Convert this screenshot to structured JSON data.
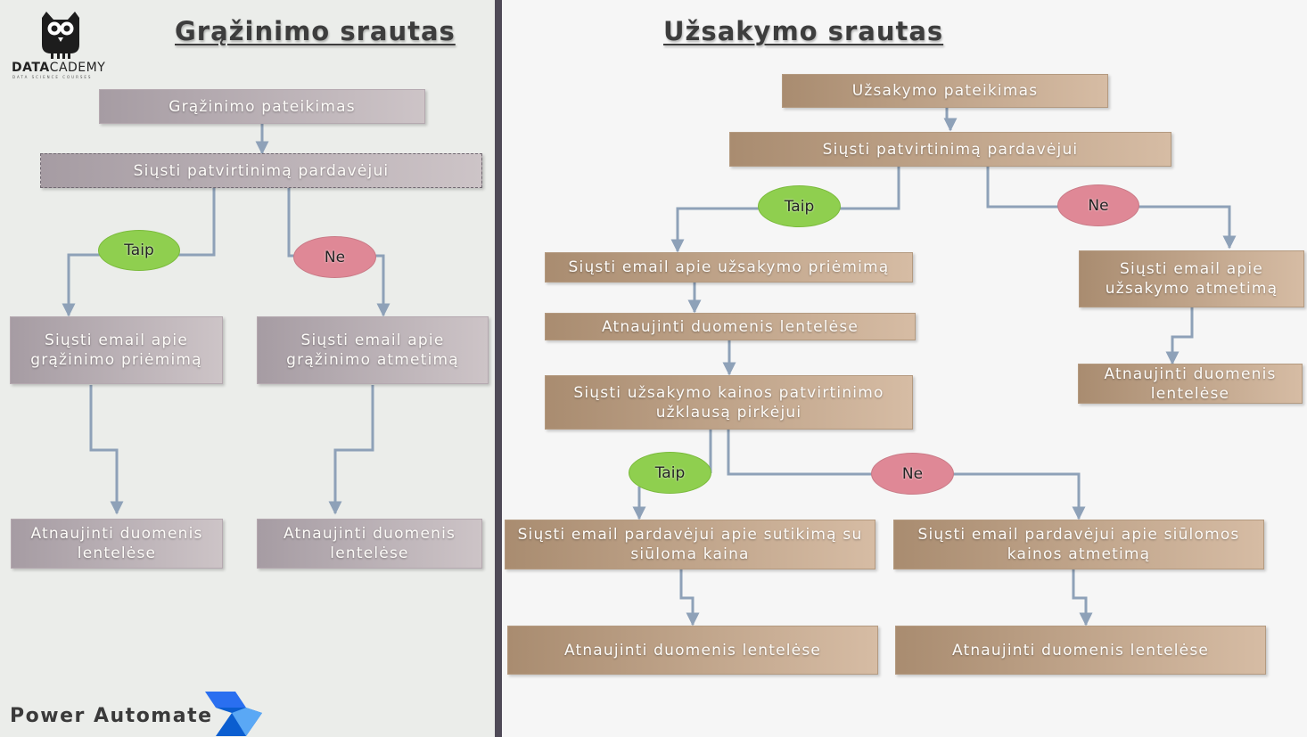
{
  "brand": {
    "name_bold": "DATA",
    "name_rest": "CADEMY",
    "tagline": "DATA SCIENCE COURSES"
  },
  "footer": {
    "label": "Power Automate"
  },
  "return_flow": {
    "title": "Grąžinimo srautas",
    "submit": "Grąžinimo pateikimas",
    "confirm": "Siųsti patvirtinimą pardavėjui",
    "yes": "Taip",
    "no": "Ne",
    "accept_email": "Siųsti email apie grąžinimo priėmimą",
    "reject_email": "Siųsti email apie grąžinimo atmetimą",
    "update_yes": "Atnaujinti duomenis lentelėse",
    "update_no": "Atnaujinti duomenis lentelėse"
  },
  "order_flow": {
    "title": "Užsakymo srautas",
    "submit": "Užsakymo pateikimas",
    "confirm": "Siųsti patvirtinimą pardavėjui",
    "yes": "Taip",
    "no": "Ne",
    "accept_email": "Siųsti email apie užsakymo priėmimą",
    "update_accept": "Atnaujinti duomenis lentelėse",
    "price_request": "Siųsti užsakymo kainos patvirtinimo užklausą pirkėjui",
    "reject_email": "Siųsti email apie užsakymo atmetimą",
    "update_reject": "Atnaujinti duomenis lentelėse",
    "price_yes": "Taip",
    "price_no": "Ne",
    "price_accept_email": "Siųsti email pardavėjui apie sutikimą su siūloma kaina",
    "price_reject_email": "Siųsti email pardavėjui apie siūlomos kainos atmetimą",
    "update_price_accept": "Atnaujinti duomenis lentelėse",
    "update_price_reject": "Atnaujinti duomenis lentelėse"
  },
  "colors": {
    "connector": "#8ea1b8",
    "yes": "#8fcf4f",
    "no": "#df8896"
  }
}
